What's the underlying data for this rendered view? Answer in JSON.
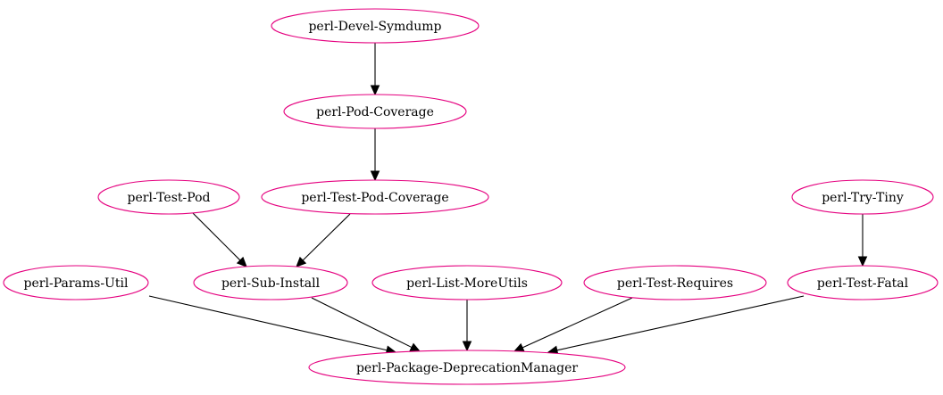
{
  "graph": {
    "node_color": "#e5007f",
    "edge_color": "#000000",
    "nodes": [
      {
        "id": "symdump",
        "label": "perl-Devel-Symdump"
      },
      {
        "id": "podcov",
        "label": "perl-Pod-Coverage"
      },
      {
        "id": "testpod",
        "label": "perl-Test-Pod"
      },
      {
        "id": "testpodcov",
        "label": "perl-Test-Pod-Coverage"
      },
      {
        "id": "trytiny",
        "label": "perl-Try-Tiny"
      },
      {
        "id": "paramsutil",
        "label": "perl-Params-Util"
      },
      {
        "id": "subinstall",
        "label": "perl-Sub-Install"
      },
      {
        "id": "listmore",
        "label": "perl-List-MoreUtils"
      },
      {
        "id": "testreq",
        "label": "perl-Test-Requires"
      },
      {
        "id": "testfatal",
        "label": "perl-Test-Fatal"
      },
      {
        "id": "pkgdep",
        "label": "perl-Package-DeprecationManager"
      }
    ],
    "edges": [
      {
        "from": "symdump",
        "to": "podcov"
      },
      {
        "from": "podcov",
        "to": "testpodcov"
      },
      {
        "from": "testpod",
        "to": "subinstall"
      },
      {
        "from": "testpodcov",
        "to": "subinstall"
      },
      {
        "from": "trytiny",
        "to": "testfatal"
      },
      {
        "from": "paramsutil",
        "to": "pkgdep"
      },
      {
        "from": "subinstall",
        "to": "pkgdep"
      },
      {
        "from": "listmore",
        "to": "pkgdep"
      },
      {
        "from": "testreq",
        "to": "pkgdep"
      },
      {
        "from": "testfatal",
        "to": "pkgdep"
      }
    ]
  }
}
